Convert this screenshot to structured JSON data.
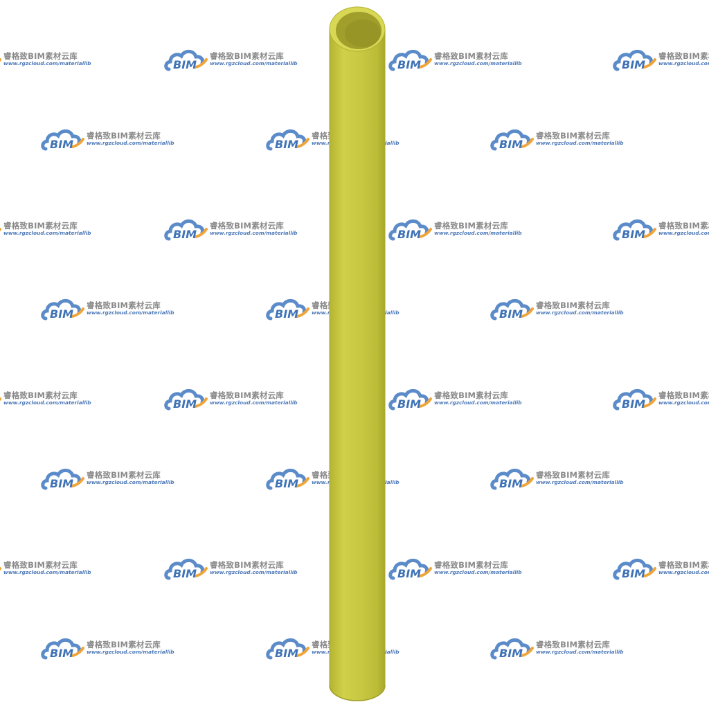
{
  "watermark": {
    "logo_text": "BIM",
    "title": "睿格致BIM素材云库",
    "url": "www.rgzcloud.com/materiallib",
    "logo_cloud_color": "#5b8bc9",
    "logo_swoosh_color": "#f0a53a"
  },
  "pipe": {
    "color": "#c4c43c",
    "highlight_color": "#dede62",
    "shadow_color": "#a3a328",
    "inner_color": "#9f9d2a"
  }
}
